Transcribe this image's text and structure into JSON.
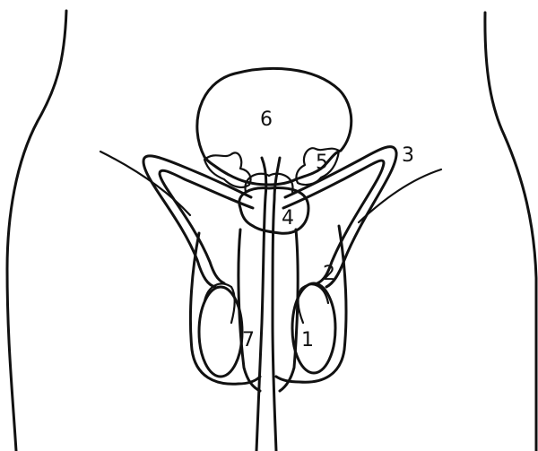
{
  "labels": {
    "l1": "1",
    "l2": "2",
    "l3": "3",
    "l4": "4",
    "l5": "5",
    "l6": "6",
    "l7": "7"
  },
  "colors": {
    "line": "#111111",
    "background": "#ffffff"
  }
}
